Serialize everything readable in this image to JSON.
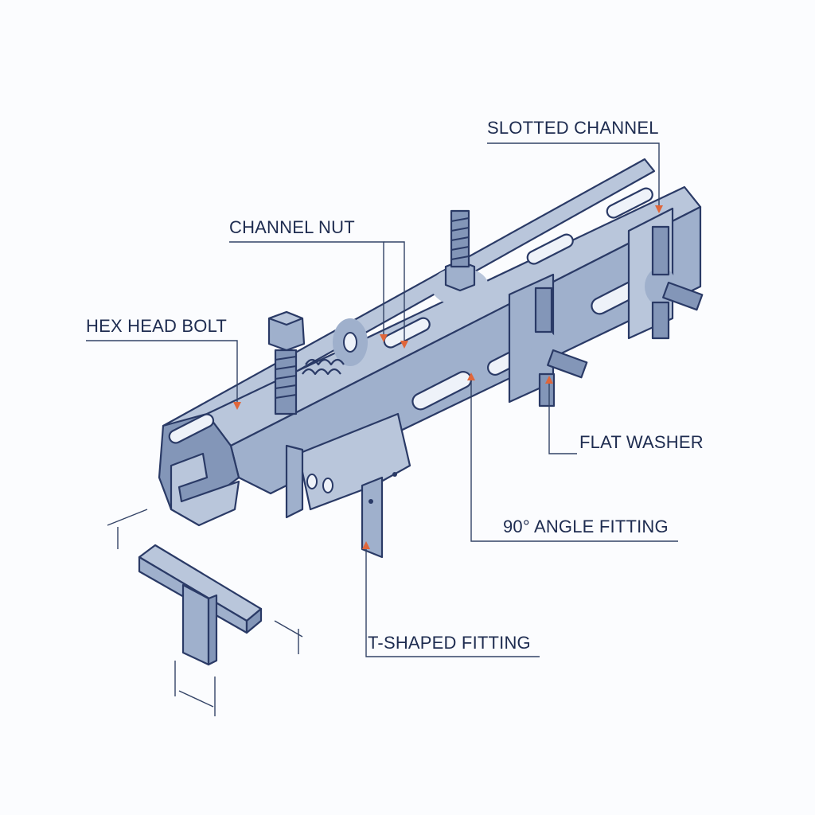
{
  "labels": {
    "slotted_channel": "SLOTTED CHANNEL",
    "channel_nut": "CHANNEL NUT",
    "hex_head_bolt": "HEX HEAD BOLT",
    "flat_washer": "FLAT WASHER",
    "angle_fitting": "90° ANGLE FITTING",
    "t_shaped_fitting": "T-SHAPED FITTING"
  },
  "colors": {
    "line": "#2a3a66",
    "metal_light": "#b9c6db",
    "metal_mid": "#9fb0cc",
    "metal_dark": "#8396b8",
    "arrow_accent": "#e0663a",
    "label_text": "#1e2c50"
  }
}
